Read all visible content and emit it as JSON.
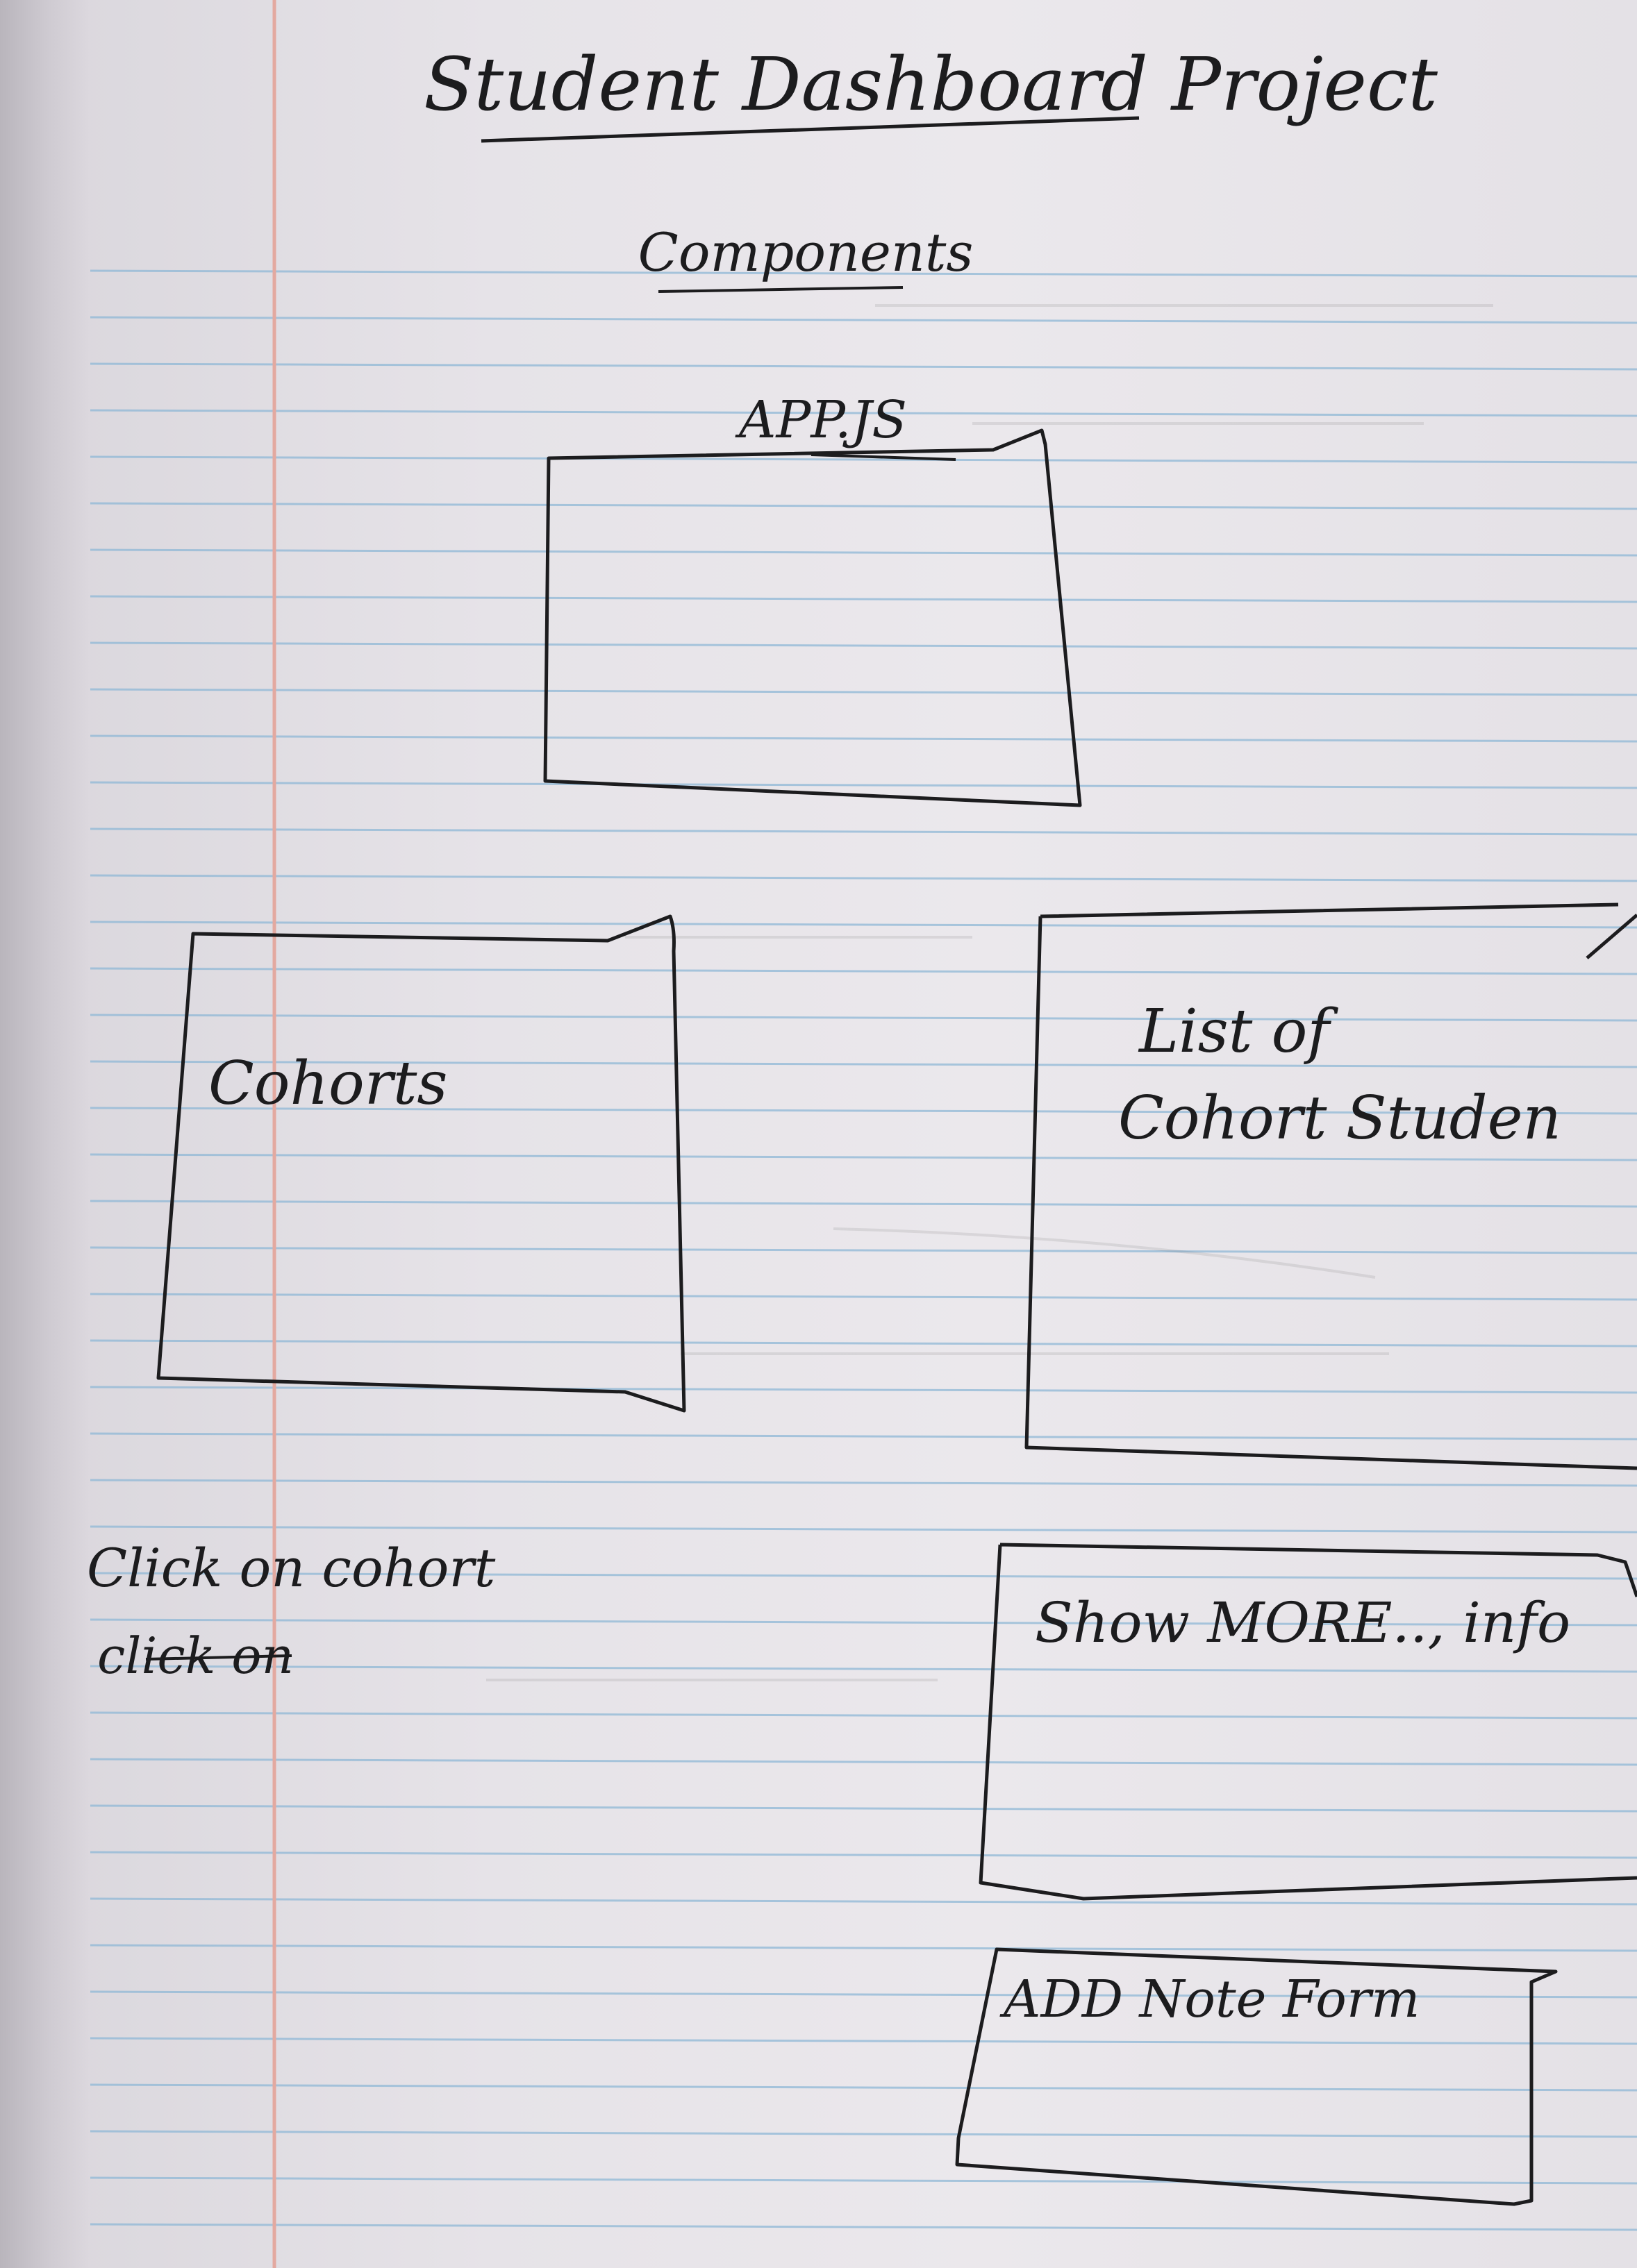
{
  "title": "Student Dashboard Project",
  "subtitle": "Components",
  "app_label": "APP.JS",
  "boxes": {
    "cohorts": "Cohorts",
    "list_line1": "List of",
    "list_line2": "Cohort Studen",
    "show_more": "Show MORE.., info",
    "add_note": "ADD Note Form"
  },
  "notes": {
    "click_on_cohort": "Click on cohort",
    "click_on_struck": "click on"
  },
  "colors": {
    "paper": "#e8e5ea",
    "rule_line": "#8fb8d6",
    "margin_line": "#e3a9a0",
    "ink": "#1c1c1e"
  }
}
